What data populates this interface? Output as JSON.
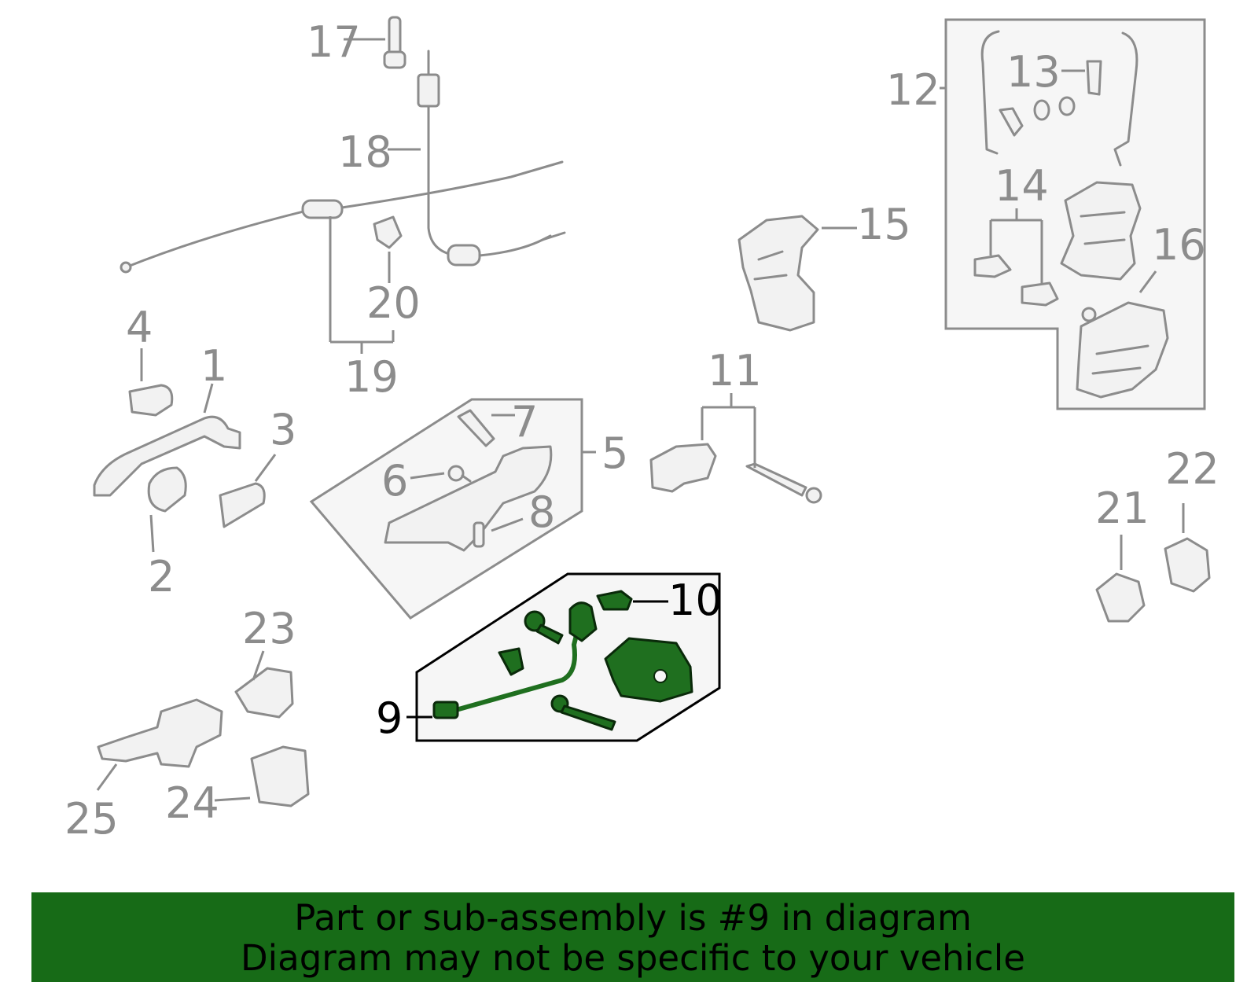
{
  "callouts": {
    "c1": "1",
    "c2": "2",
    "c3": "3",
    "c4": "4",
    "c5": "5",
    "c6": "6",
    "c7": "7",
    "c8": "8",
    "c9": "9",
    "c10": "10",
    "c11": "11",
    "c12": "12",
    "c13": "13",
    "c14": "14",
    "c15": "15",
    "c16": "16",
    "c17": "17",
    "c18": "18",
    "c19": "19",
    "c20": "20",
    "c21": "21",
    "c22": "22",
    "c23": "23",
    "c24": "24",
    "c25": "25"
  },
  "highlight": {
    "part": "9",
    "color": "#1f6f1f"
  },
  "colors": {
    "parts": "#8c8c8c",
    "banner": "#176b17"
  },
  "banner": {
    "line1": "Part or sub-assembly is #9 in diagram",
    "line2": "Diagram may not be specific to your vehicle"
  }
}
